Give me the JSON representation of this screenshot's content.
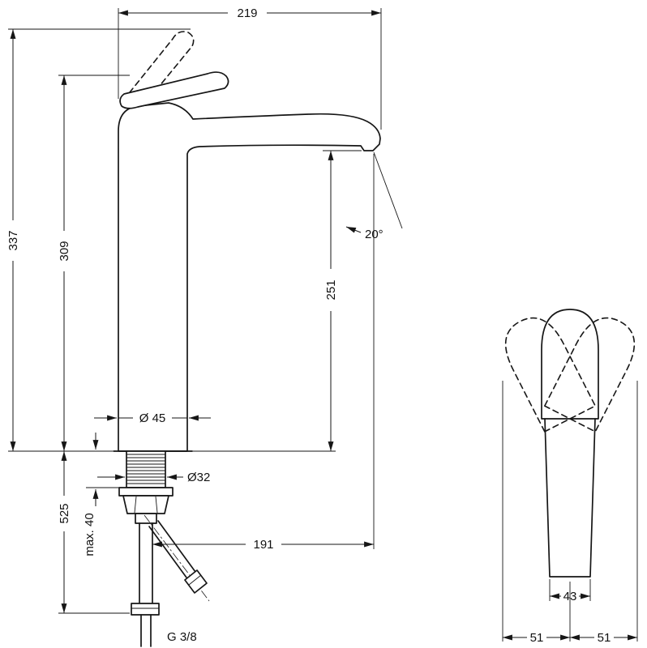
{
  "drawing": {
    "dims": {
      "total_width": "219",
      "total_height": "337",
      "handle_height": "309",
      "spout_height": "251",
      "spout_angle": "20°",
      "base_diameter": "Ø 45",
      "shank_diameter": "Ø32",
      "below_deck": "525",
      "deck_max": "max. 40",
      "spout_reach": "191",
      "connection": "G 3/8"
    },
    "side_dims": {
      "body_width": "43",
      "swing_left": "51",
      "swing_right": "51"
    },
    "colors": {
      "line": "#161616",
      "background": "#ffffff"
    }
  }
}
